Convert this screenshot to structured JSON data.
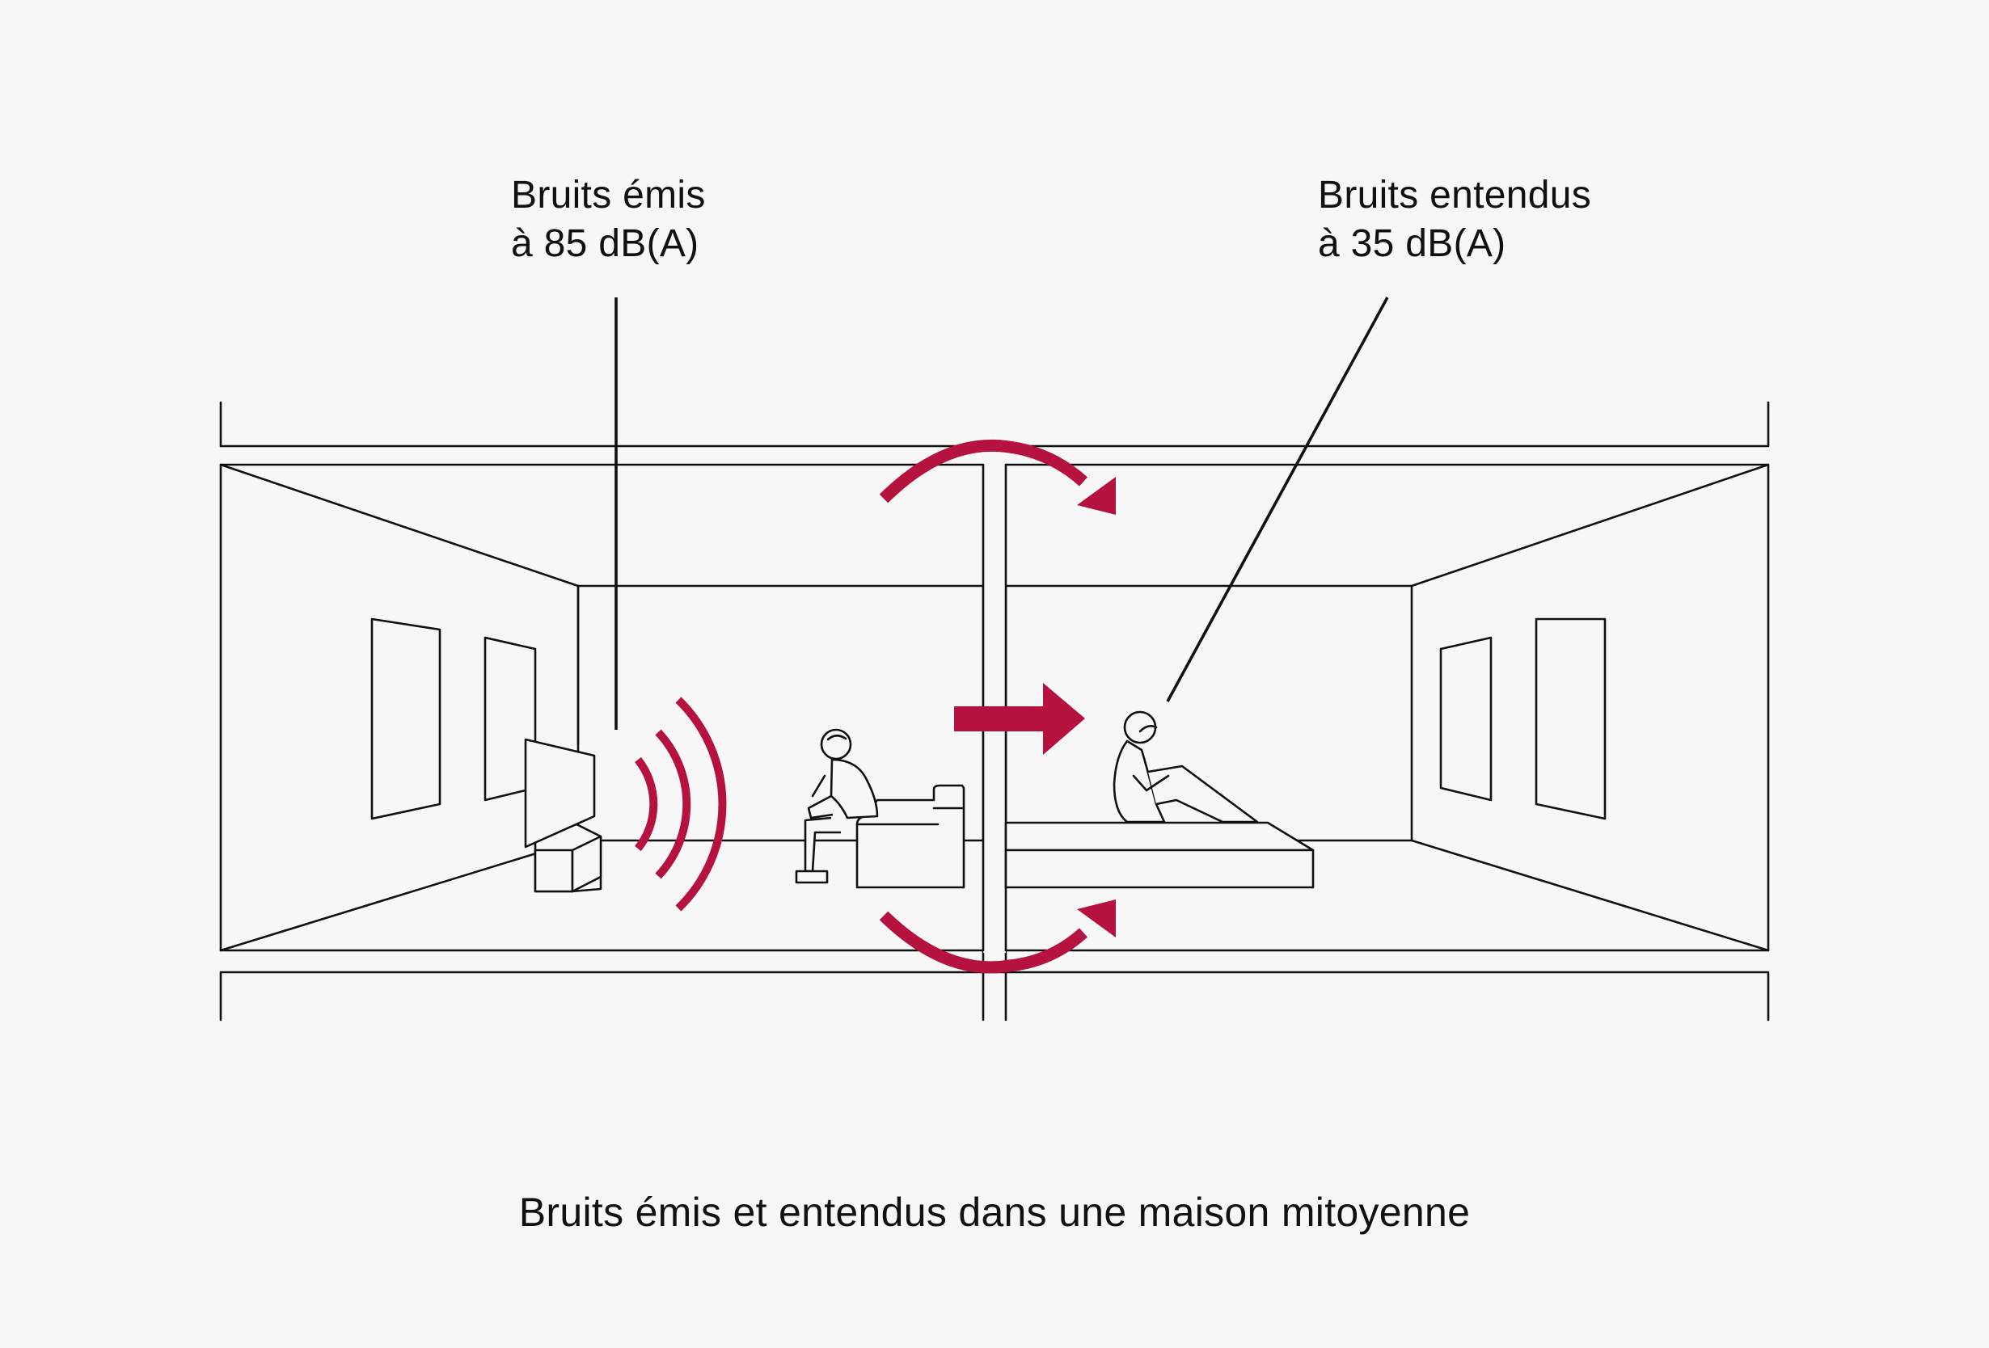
{
  "labels": {
    "emitted": {
      "line1": "Bruits émis",
      "line2": "à 85 dB(A)"
    },
    "heard": {
      "line1": "Bruits entendus",
      "line2": "à 35 dB(A)"
    }
  },
  "caption": "Bruits émis et entendus dans une maison mitoyenne",
  "colors": {
    "accent": "#b5123f",
    "line": "#111111",
    "background": "#f7f7f7"
  }
}
